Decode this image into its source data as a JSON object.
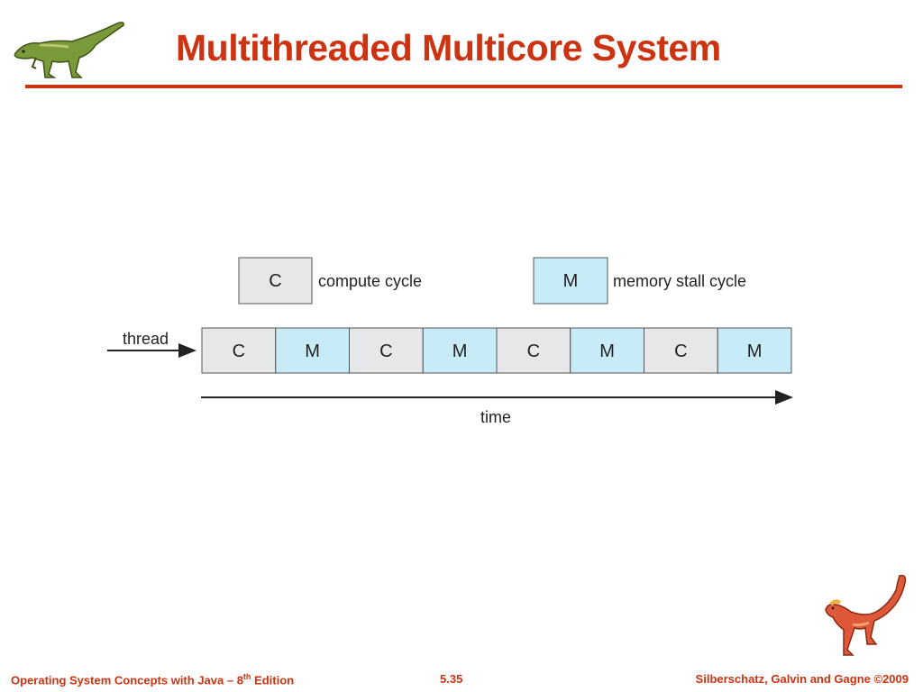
{
  "slide": {
    "title": "Multithreaded Multicore System"
  },
  "legend": [
    {
      "code": "C",
      "label": "compute cycle",
      "kind": "compute"
    },
    {
      "code": "M",
      "label": "memory stall cycle",
      "kind": "memory"
    }
  ],
  "thread": {
    "label": "thread",
    "cycles": [
      "C",
      "M",
      "C",
      "M",
      "C",
      "M",
      "C",
      "M"
    ]
  },
  "time_axis": {
    "label": "time"
  },
  "colors": {
    "compute": "#e6e7e8",
    "memory": "#c8ebf8",
    "title": "#cc3311",
    "border": "#333333"
  },
  "footer": {
    "left_prefix": "Operating System Concepts with Java – 8",
    "left_sup": "th",
    "left_suffix": " Edition",
    "page": "5.35",
    "right": "Silberschatz, Galvin and Gagne ©2009"
  }
}
